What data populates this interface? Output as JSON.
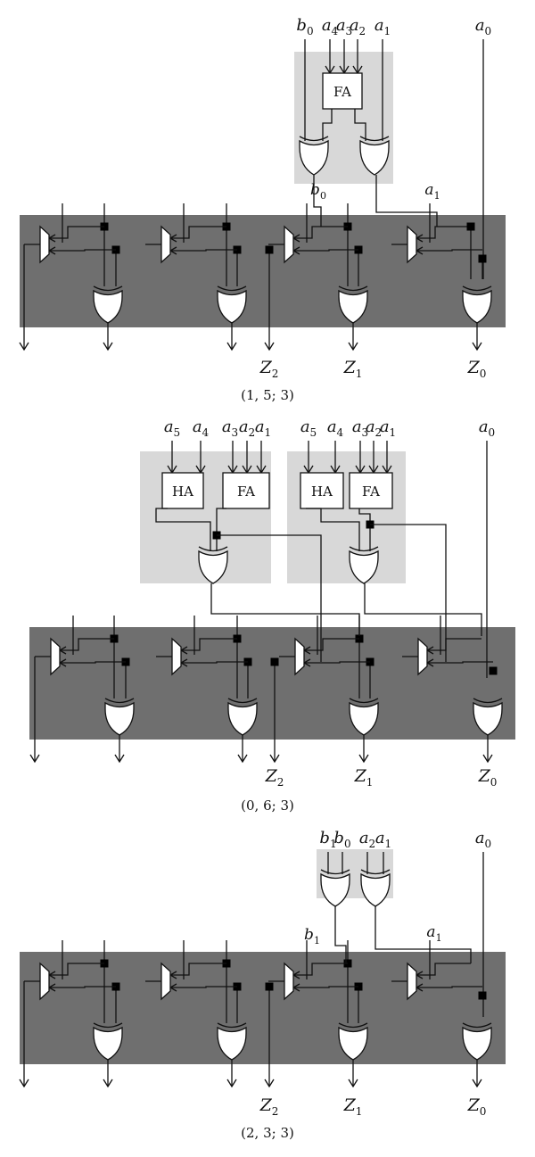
{
  "colors": {
    "dark_band": "#6f6f6f",
    "light_box": "#d8d8d8",
    "ink": "#111111"
  },
  "panels": [
    {
      "caption": "(1, 5; 3)",
      "top_labels": [
        "b0",
        "a4",
        "a3",
        "a2",
        "a1",
        "a0"
      ],
      "inner_labels": [
        "b0",
        "a1"
      ],
      "blocks": [
        "FA"
      ],
      "outputs": [
        "Z2",
        "Z1",
        "Z0"
      ]
    },
    {
      "caption": "(0, 6; 3)",
      "top_labels": [
        "a5",
        "a4",
        "a3",
        "a2",
        "a1",
        "a5",
        "a4",
        "a3",
        "a2",
        "a1",
        "a0"
      ],
      "inner_labels": [],
      "blocks": [
        "HA",
        "FA",
        "HA",
        "FA"
      ],
      "outputs": [
        "Z2",
        "Z1",
        "Z0"
      ]
    },
    {
      "caption": "(2, 3; 3)",
      "top_labels": [
        "b1",
        "b0",
        "a2",
        "a1",
        "a0"
      ],
      "inner_labels": [
        "b1",
        "a1"
      ],
      "blocks": [],
      "outputs": [
        "Z2",
        "Z1",
        "Z0"
      ]
    }
  ]
}
